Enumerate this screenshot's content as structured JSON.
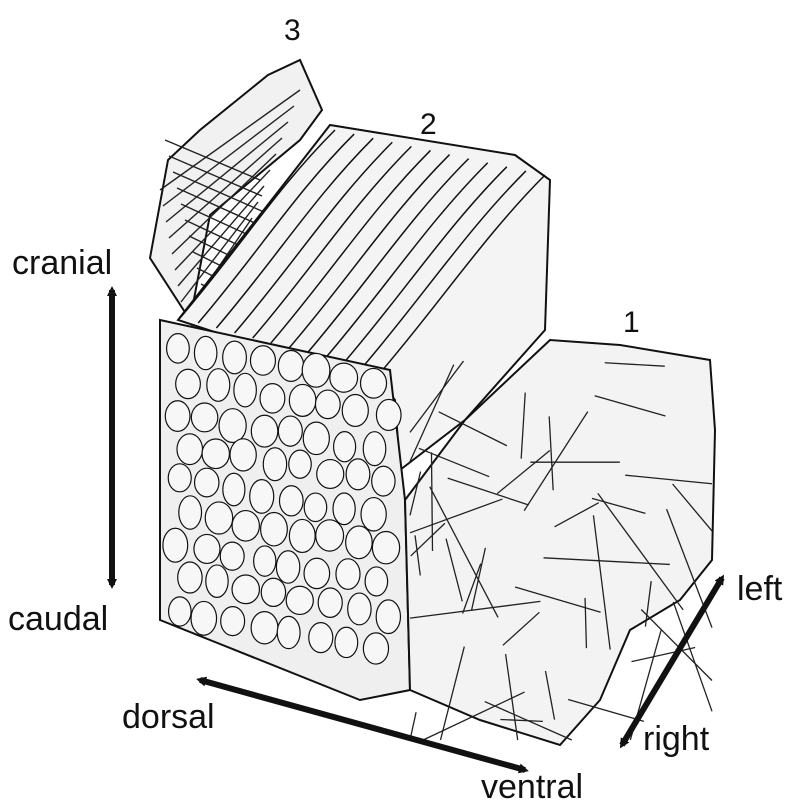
{
  "labels": {
    "block_3": "3",
    "block_2": "2",
    "block_1": "1",
    "cranial": "cranial",
    "caudal": "caudal",
    "dorsal": "dorsal",
    "ventral": "ventral",
    "left": "left",
    "right": "right"
  },
  "colors": {
    "ink": "#111111",
    "fiber_fill": "#f2f2f2",
    "background": "#ffffff"
  }
}
